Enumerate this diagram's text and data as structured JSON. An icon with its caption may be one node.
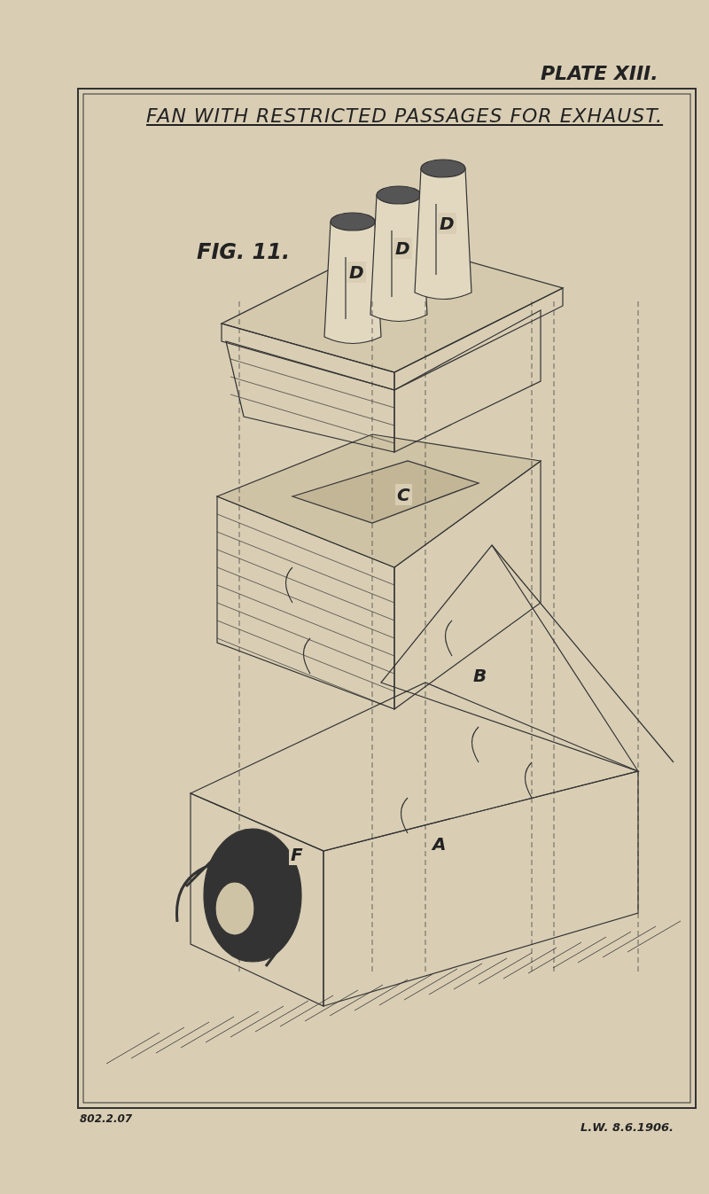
{
  "diagram": {
    "title": "FAN WITH RESTRICTED PASSAGES FOR EXHAUST.",
    "labels": [
      "PLATE XIII.",
      "FIG. 11.",
      "D",
      "D",
      "D",
      "C",
      "B",
      "A",
      "F",
      "802.2.07",
      "L.W. 8.6.1906."
    ]
  }
}
